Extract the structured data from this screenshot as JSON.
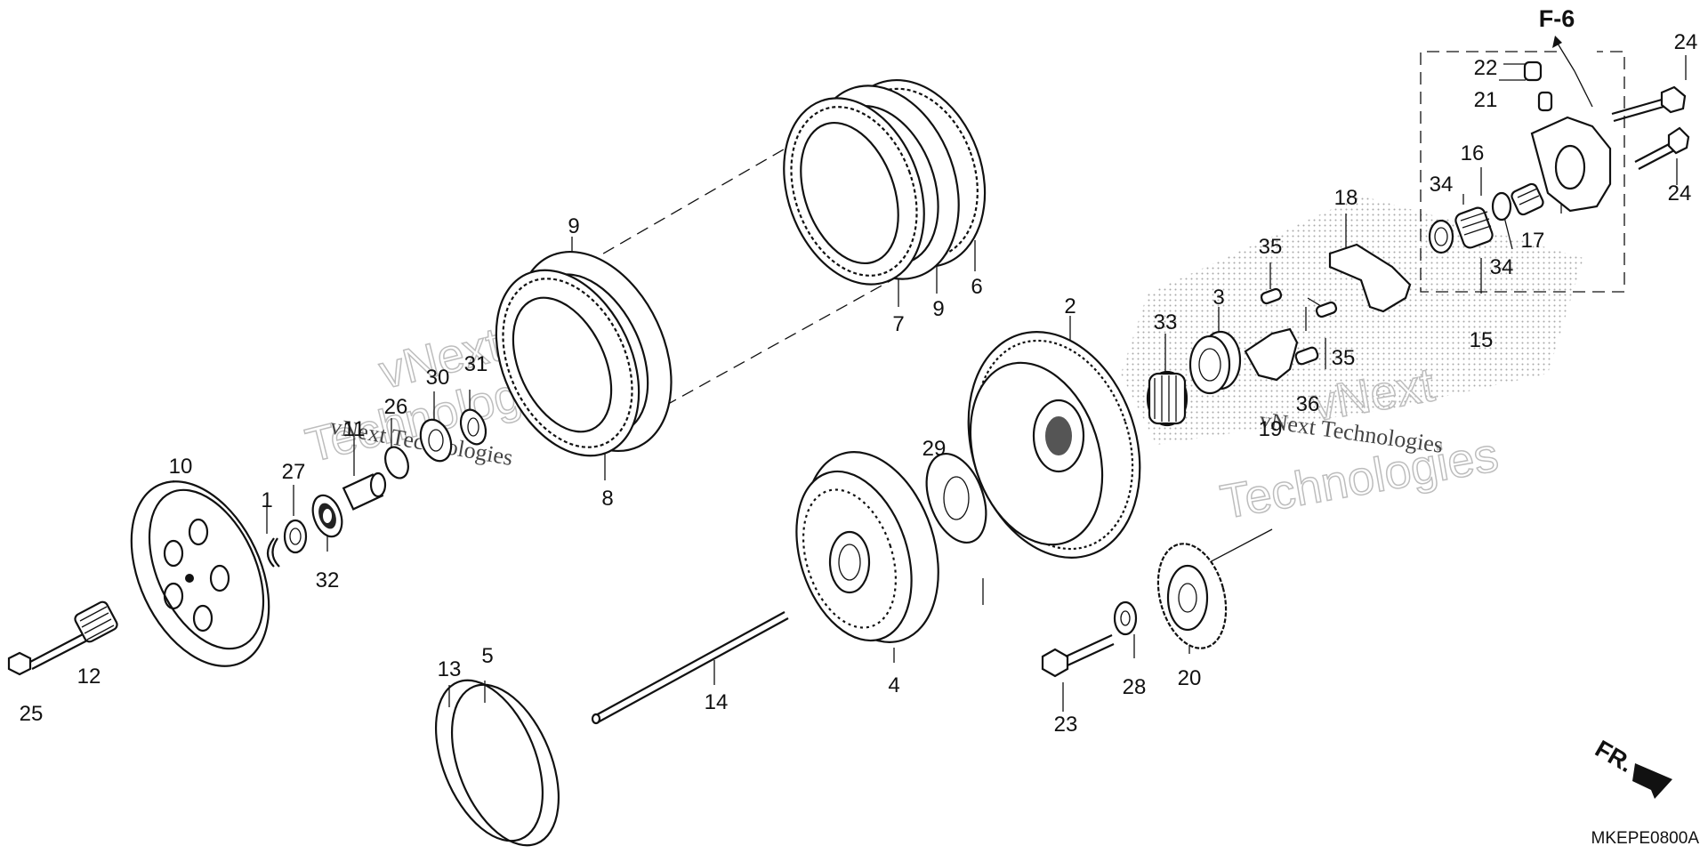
{
  "diagram": {
    "reference": "F-6",
    "front_marker": "FR.",
    "code": "MKEPE0800A",
    "watermarks": {
      "line1": "vNext",
      "line2": "Technologies",
      "inline": "vNext Technologies"
    },
    "labels": {
      "p1": "1",
      "p2": "2",
      "p3": "3",
      "p4": "4",
      "p5": "5",
      "p6": "6",
      "p7": "7",
      "p8": "8",
      "p9a": "9",
      "p9b": "9",
      "p10": "10",
      "p11": "11",
      "p12": "12",
      "p13": "13",
      "p14": "14",
      "p15": "15",
      "p16": "16",
      "p17": "17",
      "p18": "18",
      "p19": "19",
      "p20": "20",
      "p21": "21",
      "p22": "22",
      "p23": "23",
      "p24a": "24",
      "p24b": "24",
      "p25": "25",
      "p26": "26",
      "p27": "27",
      "p28": "28",
      "p29": "29",
      "p30": "30",
      "p31": "31",
      "p32": "32",
      "p33": "33",
      "p34a": "34",
      "p34b": "34",
      "p35a": "35",
      "p35b": "35",
      "p36": "36"
    }
  }
}
